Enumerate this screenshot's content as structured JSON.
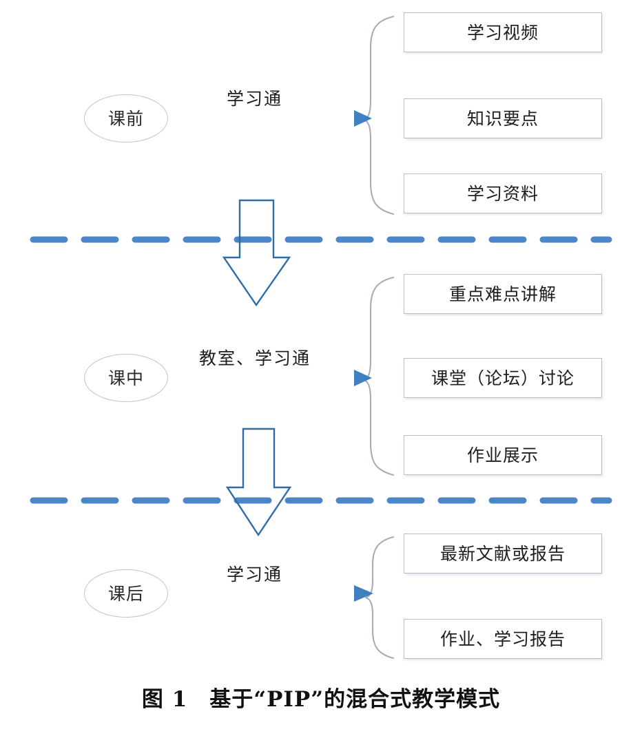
{
  "figure": {
    "caption": "图 1　基于“PIP”的混合式教学模式",
    "title_text": "基于“PIP”的混合式教学模式",
    "number": "图 1"
  },
  "colors": {
    "accent_blue": "#4a86c8",
    "arrow_blue": "#3f80c2",
    "box_border": "#b9bfc6",
    "ellipse_border": "#bfc5cb",
    "brace_gray": "#a8adb3",
    "text": "#1d1d1d",
    "background": "#ffffff"
  },
  "stages": [
    {
      "id": "pre-class",
      "node_label": "课前",
      "edge_label": "学习通",
      "items": [
        {
          "label": "学习视频"
        },
        {
          "label": "知识要点"
        },
        {
          "label": "学习资料"
        }
      ]
    },
    {
      "id": "in-class",
      "node_label": "课中",
      "edge_label": "教室、学习通",
      "items": [
        {
          "label": "重点难点讲解"
        },
        {
          "label": "课堂（论坛）讨论"
        },
        {
          "label": "作业展示"
        }
      ]
    },
    {
      "id": "post-class",
      "node_label": "课后",
      "edge_label": "学习通",
      "items": [
        {
          "label": "最新文献或报告"
        },
        {
          "label": "作业、学习报告"
        }
      ]
    }
  ],
  "dividers": [
    {
      "id": "divider-1",
      "style": "dashed"
    },
    {
      "id": "divider-2",
      "style": "dashed"
    }
  ],
  "flow_arrows": [
    {
      "id": "down-arrow-1",
      "direction": "down"
    },
    {
      "id": "down-arrow-2",
      "direction": "down"
    }
  ]
}
